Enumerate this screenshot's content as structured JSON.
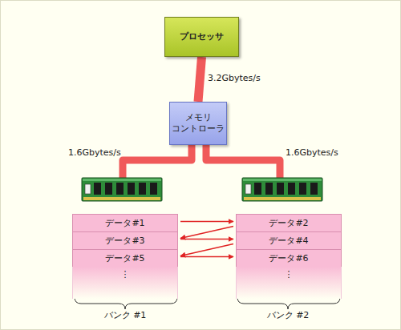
{
  "diagram": {
    "nodes": [
      {
        "text": [
          "プロセッサ"
        ]
      },
      {
        "text": [
          "メモリ コントローラ"
        ]
      },
      {
        "text": [
          "データ#1"
        ]
      },
      {
        "text": [
          "データ#3"
        ]
      },
      {
        "text": [
          "データ#5"
        ]
      },
      {
        "text": [
          "⋮"
        ]
      },
      {
        "text": [
          "データ#2"
        ]
      },
      {
        "text": [
          "データ#4"
        ]
      },
      {
        "text": [
          "データ#6"
        ]
      },
      {
        "text": [
          "⋮"
        ]
      }
    ],
    "edges": [
      {
        "from": 0,
        "to": 1,
        "label": "3.2Gbytes/s",
        "arrow": "none"
      },
      {
        "from": 2,
        "to": 6,
        "arrow": "to"
      },
      {
        "from": 6,
        "to": 3,
        "arrow": "to"
      },
      {
        "from": 3,
        "to": 7,
        "arrow": "to"
      },
      {
        "from": 7,
        "to": 4,
        "arrow": "to"
      },
      {
        "from": 4,
        "to": 8,
        "arrow": "to"
      }
    ],
    "labels": [
      "1.6Gbytes/s",
      "1.6Gbytes/s",
      "バンク #1",
      "バンク #2"
    ]
  }
}
